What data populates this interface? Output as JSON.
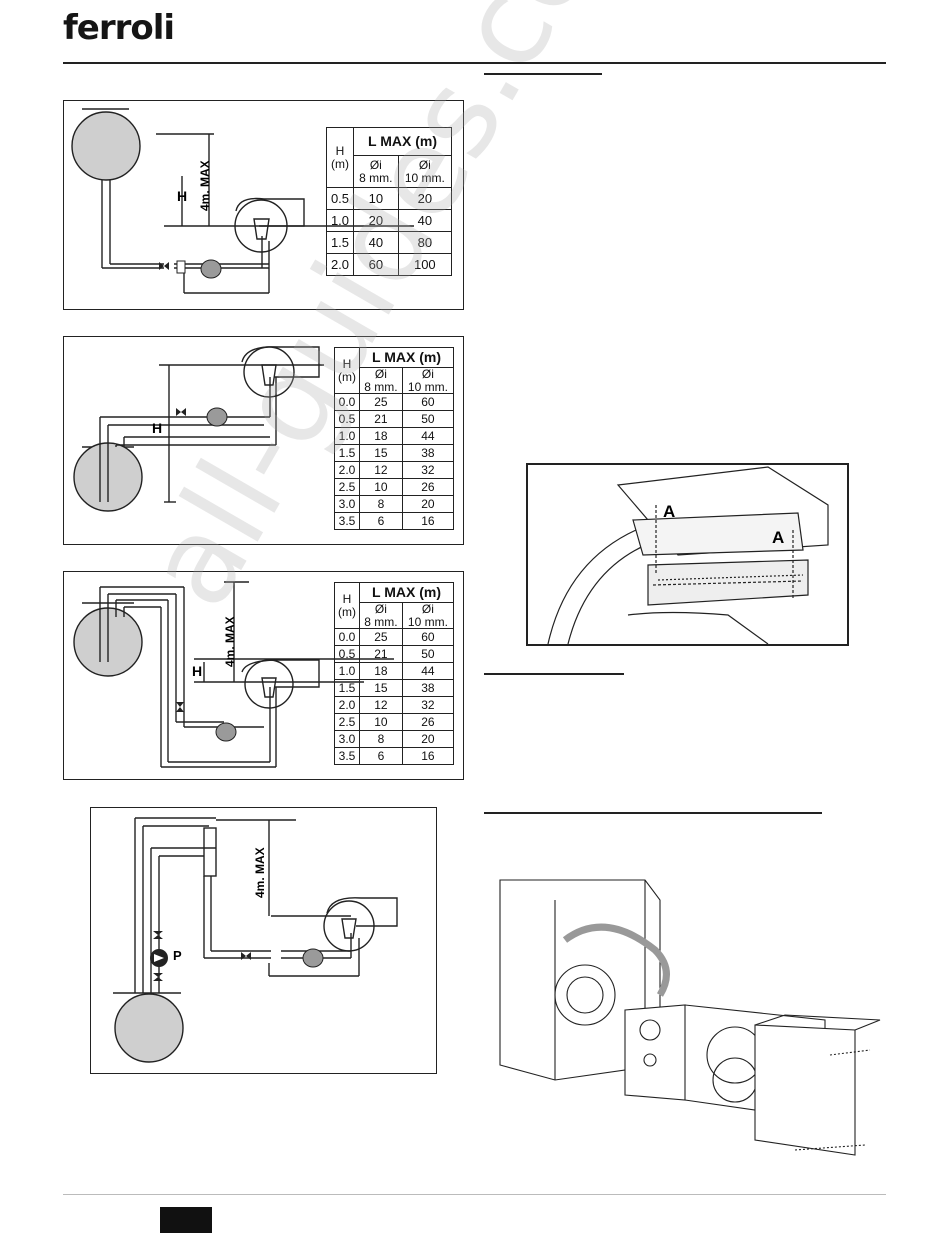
{
  "header": {
    "logo": "ferroli"
  },
  "diagrams": [
    {
      "labels": {
        "max": "4m. MAX",
        "h": "H"
      },
      "table": {
        "h_head": "H\n(m)",
        "title": "L MAX (m)",
        "col1": "Øi\n8 mm.",
        "col2": "Øi\n10 mm.",
        "rows": [
          [
            "0.5",
            "10",
            "20"
          ],
          [
            "1.0",
            "20",
            "40"
          ],
          [
            "1.5",
            "40",
            "80"
          ],
          [
            "2.0",
            "60",
            "100"
          ]
        ]
      }
    },
    {
      "labels": {
        "h": "H"
      },
      "table": {
        "h_head": "H\n(m)",
        "title": "L MAX (m)",
        "col1": "Øi\n8 mm.",
        "col2": "Øi\n10 mm.",
        "rows": [
          [
            "0.0",
            "25",
            "60"
          ],
          [
            "0.5",
            "21",
            "50"
          ],
          [
            "1.0",
            "18",
            "44"
          ],
          [
            "1.5",
            "15",
            "38"
          ],
          [
            "2.0",
            "12",
            "32"
          ],
          [
            "2.5",
            "10",
            "26"
          ],
          [
            "3.0",
            "8",
            "20"
          ],
          [
            "3.5",
            "6",
            "16"
          ]
        ]
      }
    },
    {
      "labels": {
        "max": "4m. MAX",
        "h": "H"
      },
      "table": {
        "h_head": "H\n(m)",
        "title": "L MAX (m)",
        "col1": "Øi\n8 mm.",
        "col2": "Øi\n10 mm.",
        "rows": [
          [
            "0.0",
            "25",
            "60"
          ],
          [
            "0.5",
            "21",
            "50"
          ],
          [
            "1.0",
            "18",
            "44"
          ],
          [
            "1.5",
            "15",
            "38"
          ],
          [
            "2.0",
            "12",
            "32"
          ],
          [
            "2.5",
            "10",
            "26"
          ],
          [
            "3.0",
            "8",
            "20"
          ],
          [
            "3.5",
            "6",
            "16"
          ]
        ]
      }
    },
    {
      "labels": {
        "max": "4m. MAX",
        "p": "P"
      }
    }
  ],
  "figure_a": {
    "label_1": "A",
    "label_2": "A"
  },
  "watermark": "all-guides.com"
}
